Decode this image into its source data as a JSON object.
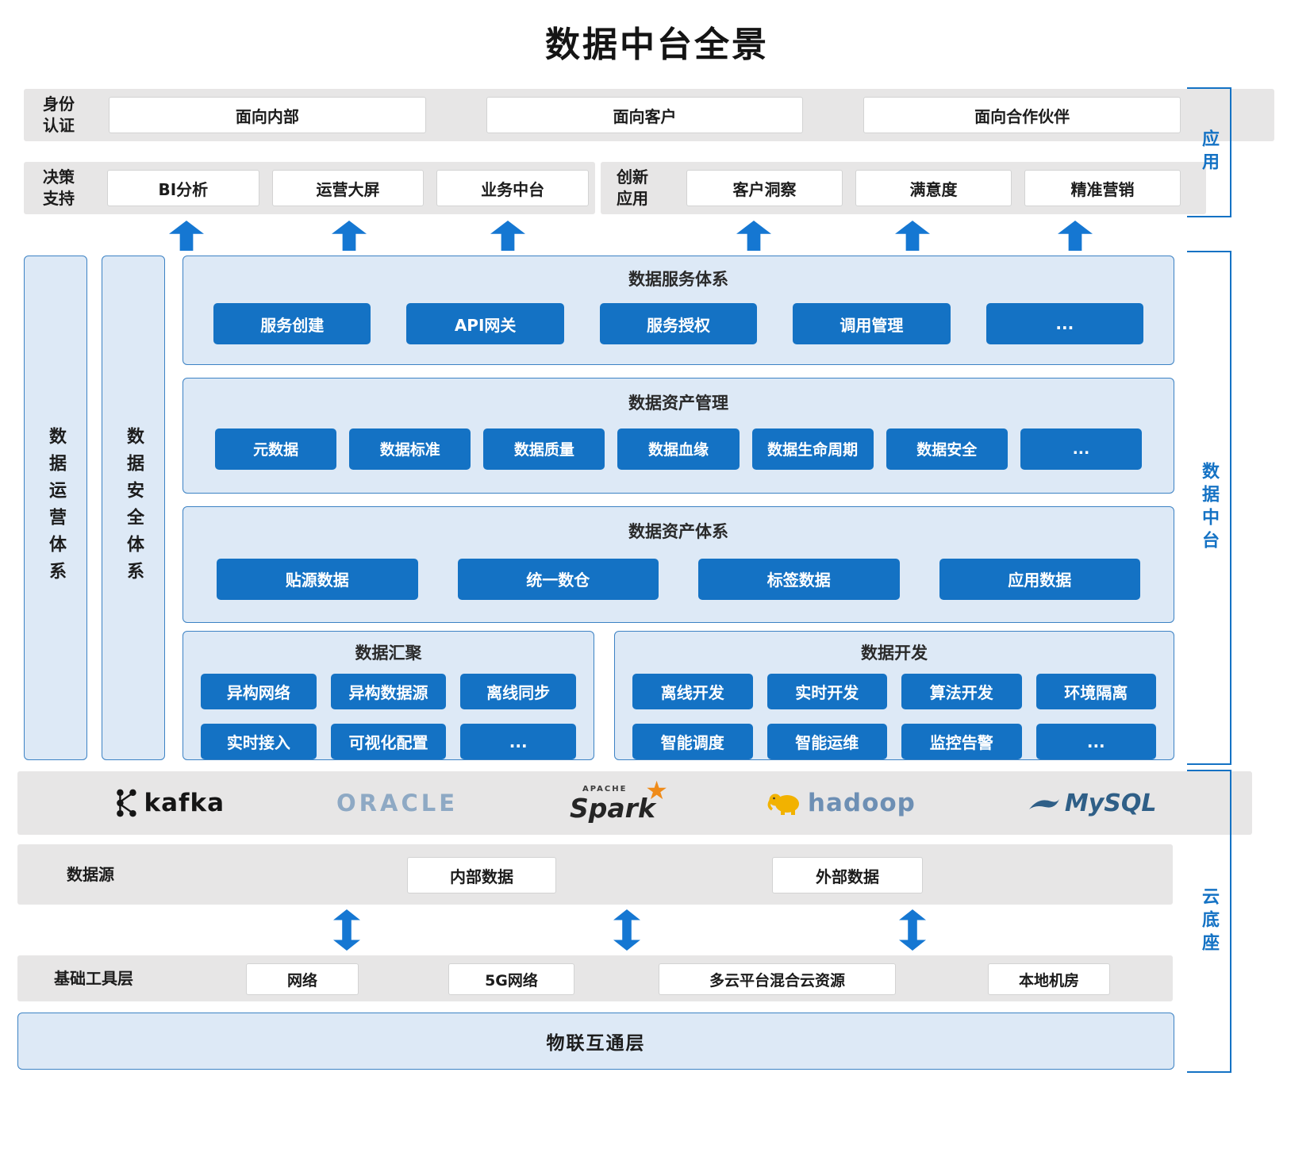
{
  "title": "数据中台全景",
  "colors": {
    "accent_blue": "#1472c4",
    "panel_fill": "#dde9f6",
    "panel_border": "#3c82c4",
    "bar_gray": "#e7e6e6",
    "arrow_blue": "#1577d2"
  },
  "brackets": {
    "app": "应用",
    "platform": "数据中台",
    "cloud": "云底座"
  },
  "app_layer": {
    "identity_label": "身份认证",
    "identity_items": [
      "面向内部",
      "面向客户",
      "面向合作伙伴"
    ],
    "decision_label": "决策支持",
    "decision_items": [
      "BI分析",
      "运营大屏",
      "业务中台"
    ],
    "innovation_label": "创新应用",
    "innovation_items": [
      "客户洞察",
      "满意度",
      "精准营销"
    ]
  },
  "platform": {
    "sidebars": [
      "数据运营体系",
      "数据安全体系"
    ],
    "service": {
      "title": "数据服务体系",
      "items": [
        "服务创建",
        "API网关",
        "服务授权",
        "调用管理",
        "..."
      ]
    },
    "asset_mgmt": {
      "title": "数据资产管理",
      "items": [
        "元数据",
        "数据标准",
        "数据质量",
        "数据血缘",
        "数据生命周期",
        "数据安全",
        "..."
      ]
    },
    "asset_sys": {
      "title": "数据资产体系",
      "items": [
        "贴源数据",
        "统一数仓",
        "标签数据",
        "应用数据"
      ]
    },
    "aggregation": {
      "title": "数据汇聚",
      "row1": [
        "异构网络",
        "异构数据源",
        "离线同步"
      ],
      "row2": [
        "实时接入",
        "可视化配置",
        "..."
      ]
    },
    "development": {
      "title": "数据开发",
      "row1": [
        "离线开发",
        "实时开发",
        "算法开发",
        "环境隔离"
      ],
      "row2": [
        "智能调度",
        "智能运维",
        "监控告警",
        "..."
      ]
    }
  },
  "cloud": {
    "logos": [
      "kafka",
      "ORACLE",
      "Spark",
      "hadoop",
      "MySQL"
    ],
    "spark_small": "APACHE",
    "datasource_label": "数据源",
    "datasource_items": [
      "内部数据",
      "外部数据"
    ],
    "tools_label": "基础工具层",
    "tools_items": [
      "网络",
      "5G网络",
      "多云平台混合云资源",
      "本地机房"
    ],
    "iot_label": "物联互通层"
  },
  "icons": {
    "spark_star": "★",
    "icon_names": [
      "kafka-icon",
      "spark-star-icon",
      "hadoop-elephant-icon",
      "mysql-dolphin-icon",
      "up-arrow-icon",
      "double-arrow-icon"
    ]
  }
}
